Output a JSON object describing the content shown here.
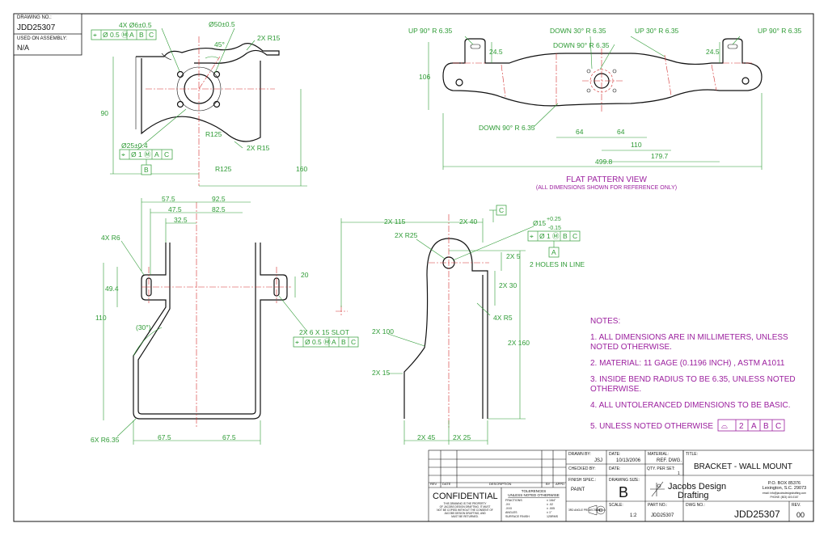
{
  "title_block_top": {
    "drawing_no_label": "DRAWING NO.:",
    "drawing_no": "JDD25307",
    "used_on_label": "USED ON ASSEMBLY:",
    "used_on": "N/A"
  },
  "flat_pattern": {
    "title": "FLAT PATTERN VIEW",
    "subtitle": "(ALL DIMENSIONS SHOWN FOR REFERENCE ONLY)",
    "labels": {
      "up_left": "UP  90°  R 6.35",
      "down30": "DOWN  30°  R 6.35",
      "up30": "UP  30°  R 6.35",
      "up_right": "UP  90°  R 6.35",
      "down90_top": "DOWN  90°  R 6.35",
      "down90_bottom": "DOWN  90°  R 6.35",
      "d106": "106",
      "d245a": "24.5",
      "d245b": "24.5",
      "d64a": "64",
      "d64b": "64",
      "d110": "110",
      "d1797": "179.7",
      "d4998": "499.8"
    }
  },
  "top_view": {
    "holes": "4X  Ø6±0.5",
    "fcf_holes": [
      "⌖",
      "Ø 0.5 Ⓜ",
      "A",
      "B",
      "C"
    ],
    "dia50": "Ø50±0.5",
    "angle45": "45°",
    "r15a": "2X R15",
    "r15b": "2X R15",
    "r125a": "R125",
    "r125b": "R125",
    "d90": "90",
    "d160": "160",
    "dia25": "Ø25±0.4",
    "fcf_center": [
      "⌖",
      "Ø 1 Ⓜ",
      "A",
      "C"
    ],
    "datum_b": "B"
  },
  "front_view": {
    "d575": "57.5",
    "d925": "92.5",
    "d475": "47.5",
    "d825": "82.5",
    "d325": "32.5",
    "r6": "4X R6",
    "d494": "49.4",
    "d20": "20",
    "d110": "110",
    "ang30": "(30°)",
    "slot": "2X 6 X 15 SLOT",
    "fcf_slot": [
      "⌖",
      "Ø 0.5 Ⓜ",
      "A",
      "B",
      "C"
    ],
    "r635": "6X R6.35",
    "d675a": "67.5",
    "d675b": "67.5"
  },
  "side_view": {
    "d115": "2X 115",
    "d40": "2X 40",
    "datum_c": "C",
    "r25": "2X R25",
    "dia15": "Ø15",
    "tol_plus": "+0.25",
    "tol_minus": "-0.15",
    "fcf_hole": [
      "⌖",
      "Ø 1 Ⓜ",
      "B",
      "C"
    ],
    "datum_a": "A",
    "d5": "2X 5",
    "holes_in_line": "2 HOLES IN LINE",
    "d30": "2X 30",
    "r5": "4X R5",
    "d100": "2X 100",
    "d160": "2X 160",
    "d15": "2X 15",
    "d45": "2X 45",
    "d25": "2X 25"
  },
  "notes": {
    "heading": "NOTES:",
    "items": [
      "1. ALL DIMENSIONS ARE IN MILLIMETERS, UNLESS",
      "    NOTED OTHERWISE.",
      "2. MATERIAL: 11 GAGE (0.1196 INCH) , ASTM A1011",
      "3. INSIDE BEND RADIUS TO BE 6.35, UNLESS NOTED",
      "    OTHERWISE.",
      "4. ALL UNTOLERANCED DIMENSIONS TO BE BASIC.",
      "5. UNLESS NOTED OTHERWISE"
    ],
    "profile_fcf": [
      "⌓",
      "2",
      "A",
      "B",
      "C"
    ]
  },
  "title_block": {
    "rev": "REV",
    "date": "DATE",
    "description": "DESCRIPTION",
    "by": "BY",
    "appd": "APPD",
    "confidential": "CONFIDENTIAL",
    "conf_note1": "THIS DRAWING IS THE PROPERTY",
    "conf_note2": "OF JACOBS DESIGN DRAFTING. IT MUST",
    "conf_note3": "NOT BE COPIED WITHOUT THE CONSENT OF",
    "conf_note4": "JACOBS DESIGN DRAFTING, AND",
    "conf_note5": "MUST BE RETURNED.",
    "tol_head1": "TOLERENCES",
    "tol_head2": "UNLESS NOTED OTHERWISE",
    "tol_rows": [
      [
        "FRACTIONS",
        "± 1/64\""
      ],
      [
        ".XX",
        "± .02"
      ],
      [
        ".XXX",
        "± .005"
      ],
      [
        "ANGLES",
        "± 1°"
      ],
      [
        "SURFACE FINISH",
        "125RMS"
      ]
    ],
    "drawn_by_label": "DRAWN BY:",
    "drawn_by": "JSJ",
    "date_label": "DATE:",
    "date_val": "10/13/2006",
    "material_label": "MATERIAL:",
    "material": "REF. DWG.",
    "title_label": "TITLE:",
    "title": "BRACKET - WALL MOUNT",
    "checked_label": "CHECKED BY:",
    "date2_label": "DATE:",
    "qty_label": "QTY. PER SET:",
    "qty": "1",
    "finish_label": "FINISH SPEC.:",
    "finish": "PAINT",
    "size_label": "DRAWING SIZE:",
    "size": "B",
    "company1": "Jacobs Design",
    "company2": "Drafting",
    "address1": "P.O. BOX 85376",
    "address2": "Lexington, S.C. 29073",
    "address3": "email: info@jacobsdesigndrafting.com",
    "address4": "PHONE: (803) 419-0167",
    "projection": "3RD ANGLE PROJECTION",
    "scale_label": "SCALE:",
    "scale": "1:2",
    "part_label": "PART NO.:",
    "part": "JDD25307",
    "dwg_label": "DWG NO.:",
    "dwg": "JDD25307",
    "rev_label": "REV.",
    "rev_val": "00"
  }
}
